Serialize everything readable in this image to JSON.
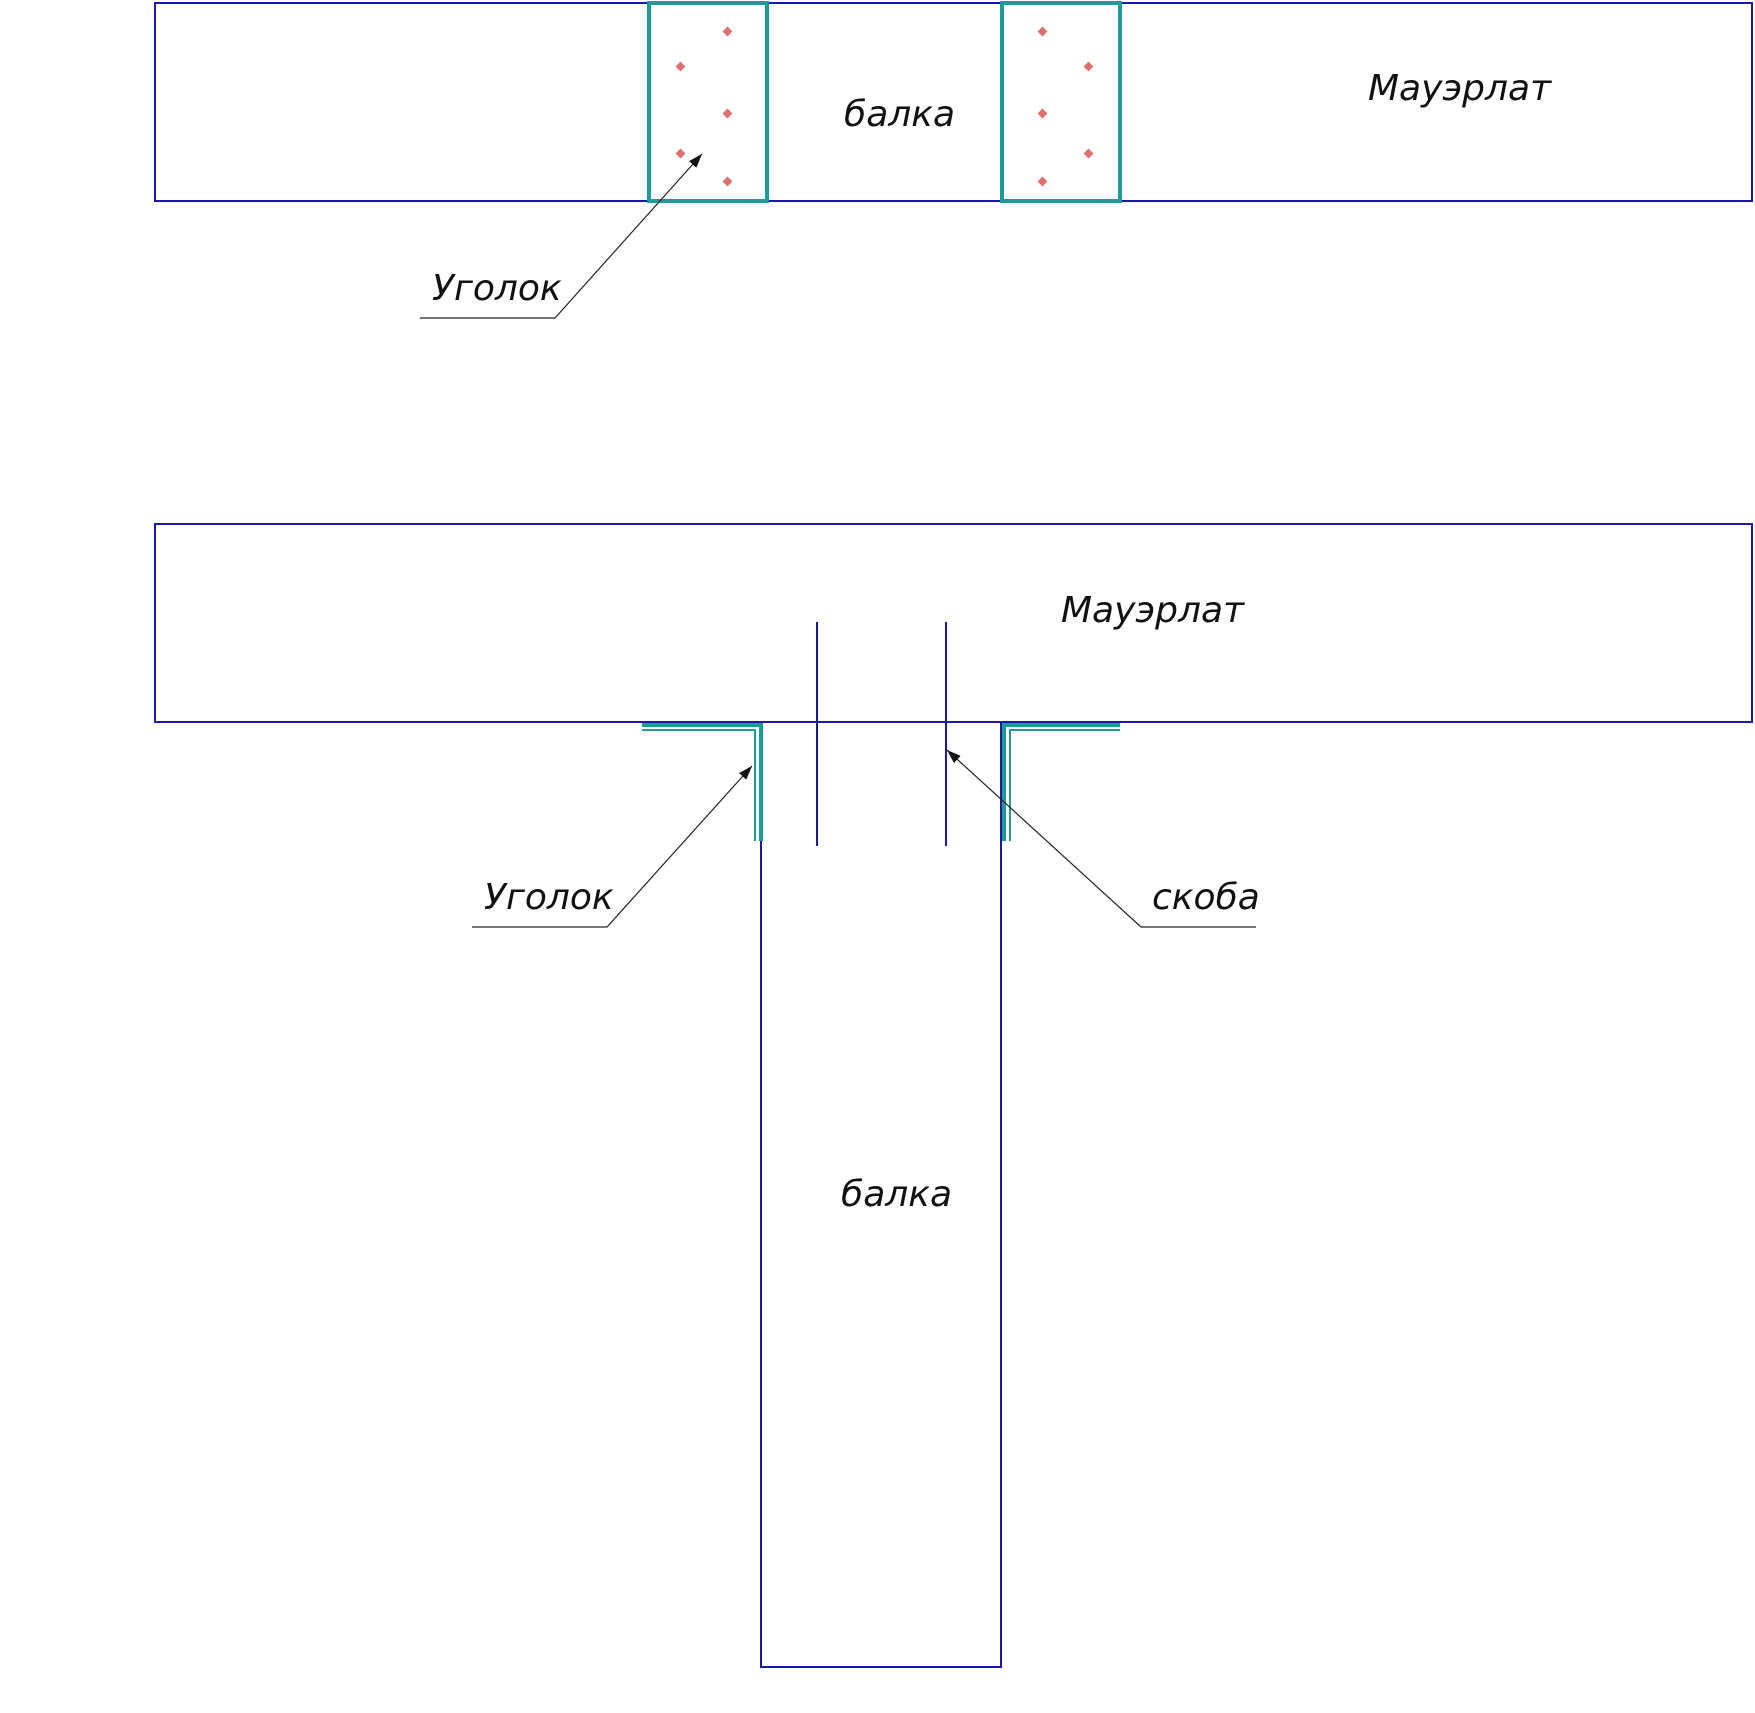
{
  "labels": {
    "top_beam": "балка",
    "top_mauerlat": "Мауэрлат",
    "top_angle": "Уголок",
    "bottom_mauerlat": "Мауэрлат",
    "bottom_angle": "Уголок",
    "bottom_bracket": "скоба",
    "bottom_beam": "балка"
  },
  "colors": {
    "outline": "#1a1aa6",
    "steel": "#1f9a96",
    "bolt": "#e07070",
    "leader": "#222222"
  }
}
